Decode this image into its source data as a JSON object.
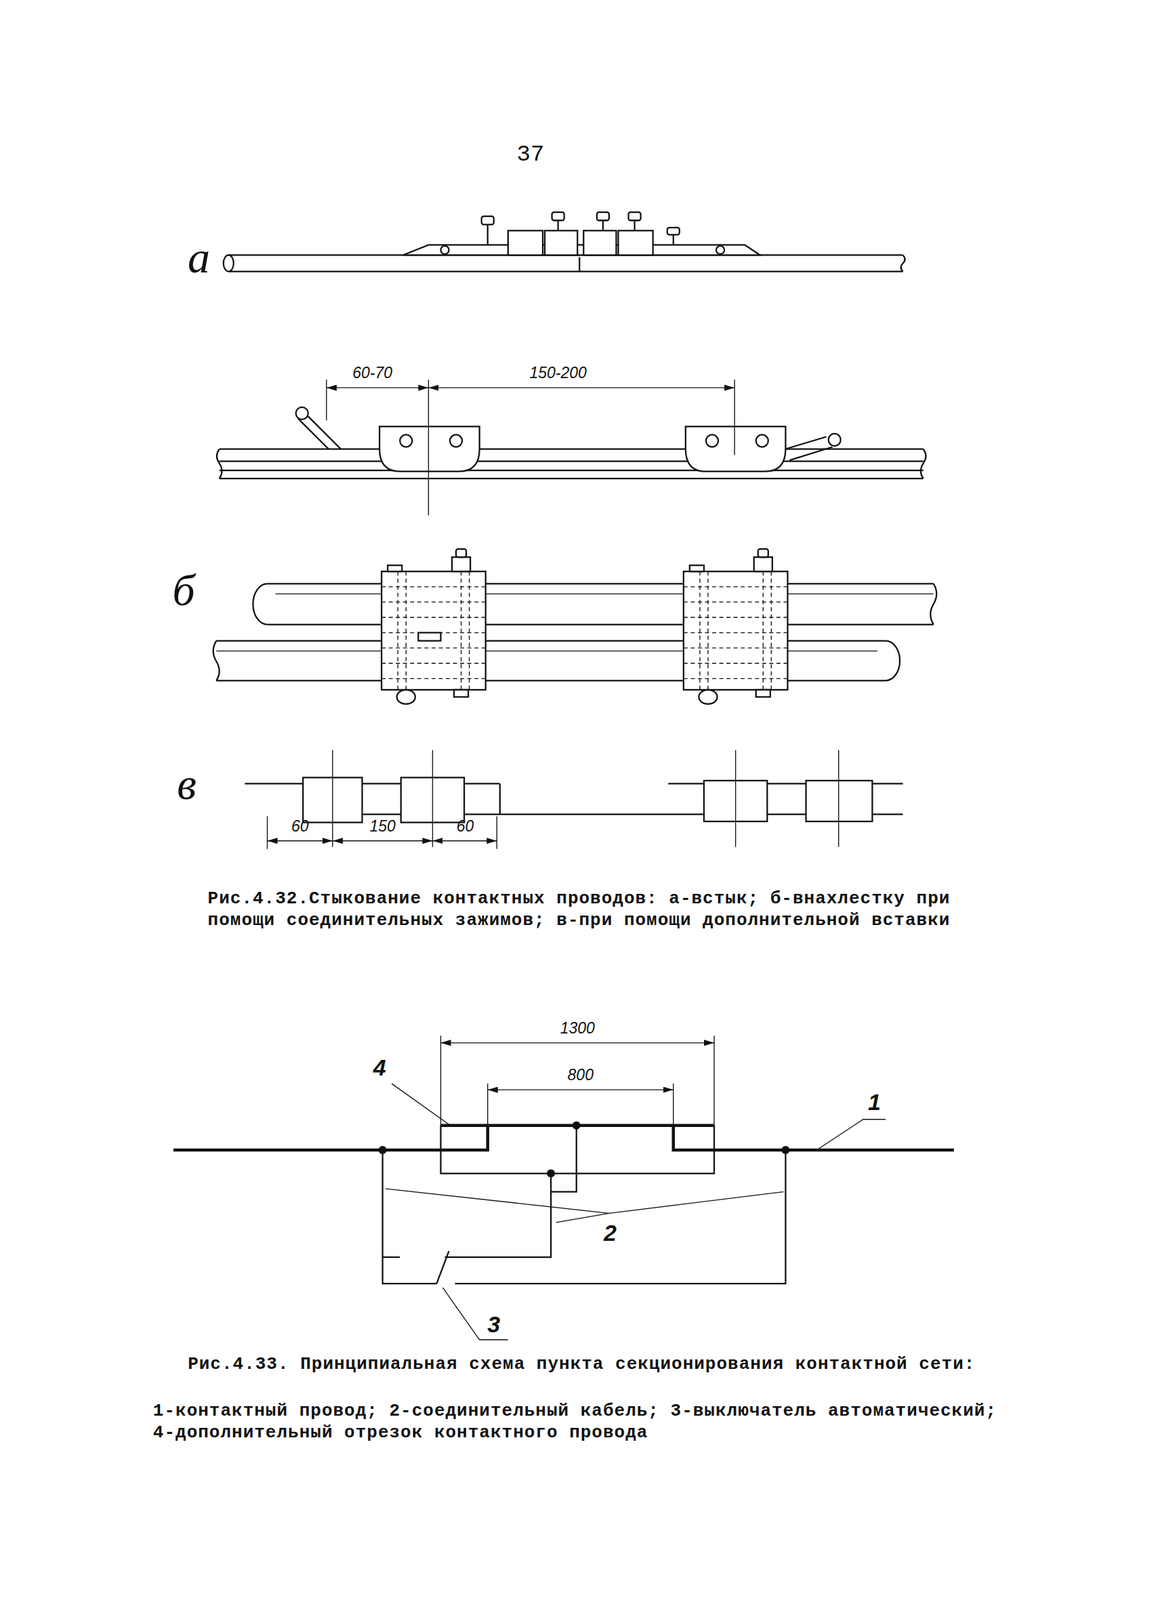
{
  "diagram": {
    "labels": [
      "37",
      "а",
      "60-70",
      "150-200",
      "б",
      "в",
      "60",
      "150",
      "60",
      "Рис.4.32.Стыкование контактных проводов: а-встык; б-внахлестку при помощи соединительных зажимов; в-при помощи дополнительной вставки",
      "1300",
      "800",
      "4",
      "1",
      "2",
      "3",
      "Рис.4.33. Принципиальная схема пункта секционирования контактной сети:",
      "1-контактный провод; 2-соединительный кабель; 3-выключатель автоматический; 4-дополнительный отрезок контактного провода"
    ]
  }
}
